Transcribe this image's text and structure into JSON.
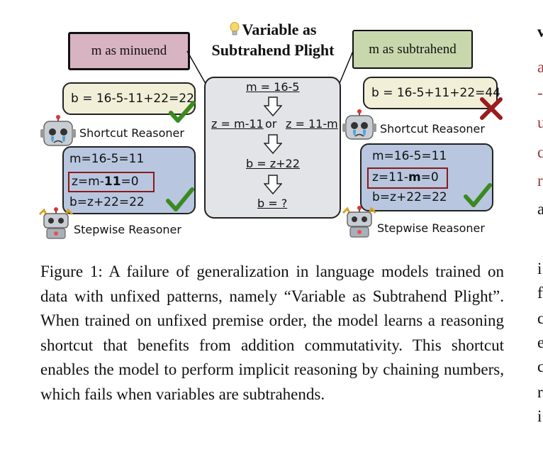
{
  "figure": {
    "title_line1": "Variable as",
    "title_line2": "Subtrahend Plight",
    "left_tag": "m as minuend",
    "right_tag": "m as subtrahend",
    "center": {
      "step1": "m = 16-5",
      "step2a": "z = m-11",
      "step2_or": "or",
      "step2b": "z = 11-m",
      "step3": "b = z+22",
      "step4": "b = ?"
    },
    "left": {
      "shortcut_answer": "b = 16-5-11+22=22",
      "shortcut_label": "Shortcut Reasoner",
      "stepwise_lines": [
        "m=16-5=11",
        "z=m-",
        "11",
        "=0",
        "b=z+22=22"
      ],
      "stepwise_label": "Stepwise Reasoner"
    },
    "right": {
      "shortcut_answer": "b = 16-5+11+22=44",
      "shortcut_label": "Shortcut Reasoner",
      "stepwise_lines": [
        "m=16-5=11",
        "z=11-",
        "m",
        "=0",
        "b=z+22=22"
      ],
      "stepwise_label": "Stepwise Reasoner"
    },
    "colors": {
      "check": "#3a8a1f",
      "cross": "#9b1c1c",
      "left_tag_bg": "#d8b4c2",
      "right_tag_bg": "#c9d7ad",
      "answer_bg": "#f2efd9",
      "stepwise_bg": "#b8c6df"
    }
  },
  "caption": "Figure 1: A failure of generalization in language models trained on data with unfixed patterns, namely “Variable as Subtrahend Plight”. When trained on unfixed premise order, the model learns a reasoning shortcut that benefits from addition commutativity.  This shortcut enables the model to perform implicit reasoning by chaining numbers, which fails when variables are subtrahends.",
  "side_column_letters": [
    "v",
    "a",
    "-",
    "u",
    "c",
    "r",
    "a",
    "i",
    "f",
    "c",
    "e",
    "c",
    "r",
    "i"
  ]
}
